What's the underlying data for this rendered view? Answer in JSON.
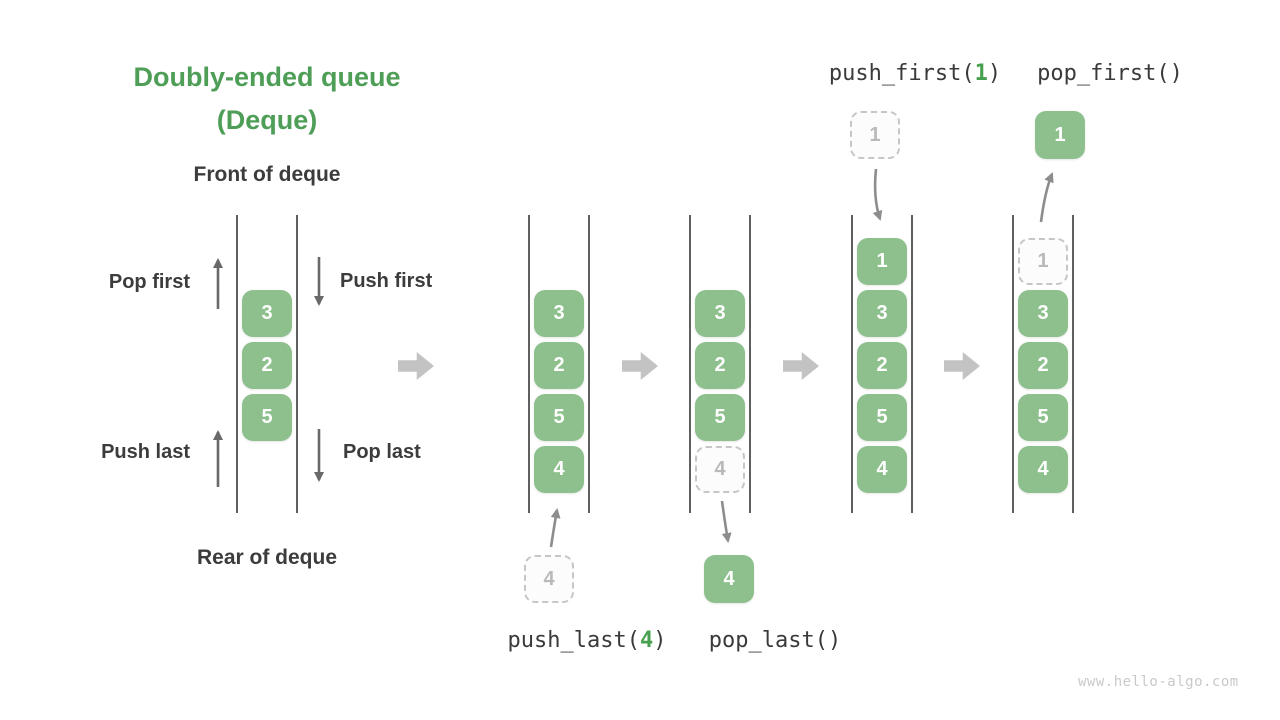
{
  "title": {
    "line1": "Doubly-ended queue",
    "line2": "(Deque)"
  },
  "deque_labels": {
    "front": "Front of deque",
    "rear": "Rear of deque",
    "pop_first": "Pop first",
    "push_first": "Push first",
    "push_last": "Push last",
    "pop_last": "Pop last"
  },
  "columns": [
    {
      "name": "initial-deque",
      "cells": [
        {
          "v": "3"
        },
        {
          "v": "2"
        },
        {
          "v": "5"
        }
      ]
    },
    {
      "name": "after-push-last",
      "cells": [
        {
          "v": "3"
        },
        {
          "v": "2"
        },
        {
          "v": "5"
        },
        {
          "v": "4"
        }
      ]
    },
    {
      "name": "during-pop-last",
      "cells": [
        {
          "v": "3"
        },
        {
          "v": "2"
        },
        {
          "v": "5"
        },
        {
          "v": "4",
          "ghost": true
        }
      ]
    },
    {
      "name": "after-push-first",
      "cells": [
        {
          "v": "1"
        },
        {
          "v": "3"
        },
        {
          "v": "2"
        },
        {
          "v": "5"
        },
        {
          "v": "4"
        }
      ]
    },
    {
      "name": "during-pop-first",
      "cells": [
        {
          "v": "1",
          "ghost": true
        },
        {
          "v": "3"
        },
        {
          "v": "2"
        },
        {
          "v": "5"
        },
        {
          "v": "4"
        }
      ]
    }
  ],
  "operations": {
    "push_last": {
      "prefix": "push_last(",
      "arg": "4",
      "suffix": ")",
      "float_value": "4"
    },
    "pop_last": {
      "label": "pop_last()",
      "float_value": "4"
    },
    "push_first": {
      "prefix": "push_first(",
      "arg": "1",
      "suffix": ")",
      "float_value": "1"
    },
    "pop_first": {
      "label": "pop_first()",
      "float_value": "1"
    }
  },
  "watermark": "www.hello-algo.com",
  "colors": {
    "title_green": "#4e9e57",
    "box_green": "#8dc08d",
    "arg_green": "#47a04f",
    "label_dark": "#3c3c3c",
    "ghost_gray": "#b9b9b9",
    "wall_gray": "#5f5f5f",
    "transition_arrow_gray": "#c3c3c3"
  }
}
